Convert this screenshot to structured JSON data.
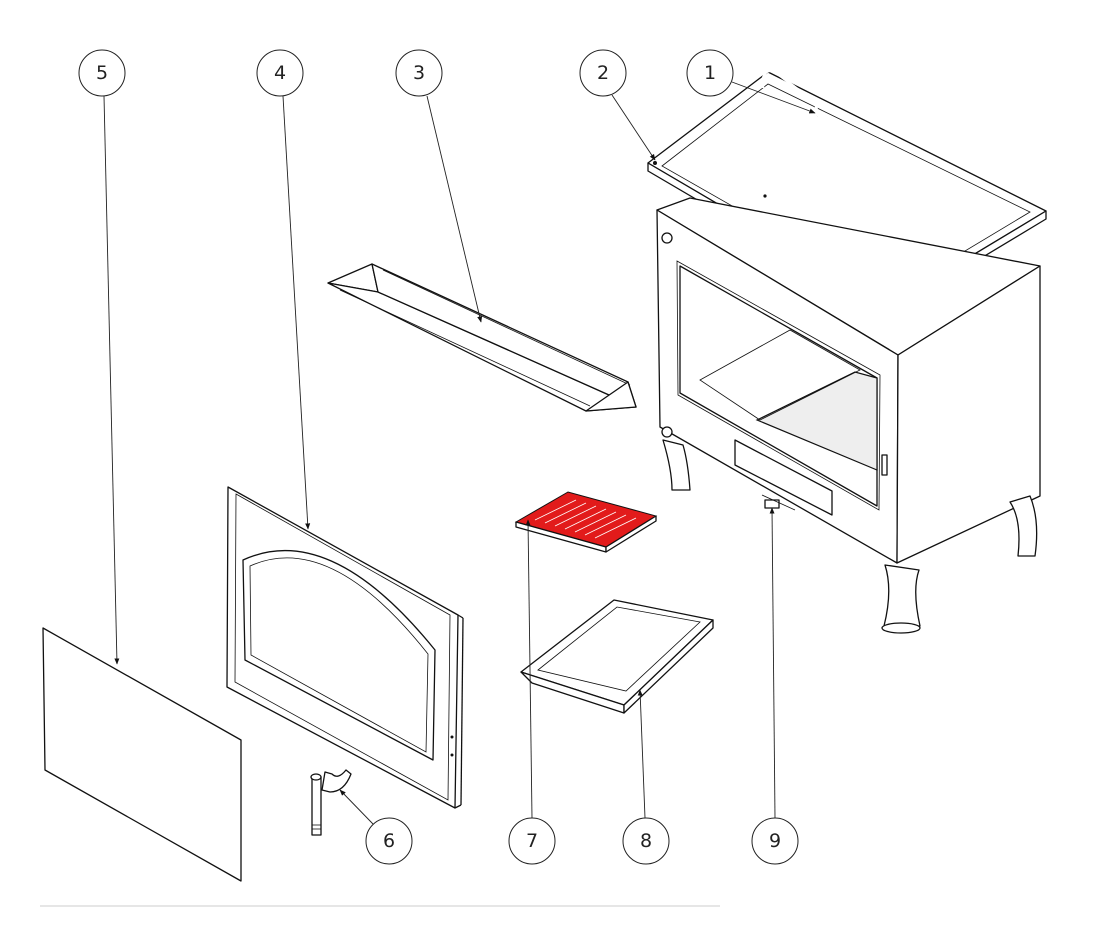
{
  "diagram": {
    "type": "exploded-assembly-view",
    "balloons": [
      {
        "id": "1",
        "label": "1"
      },
      {
        "id": "2",
        "label": "2"
      },
      {
        "id": "3",
        "label": "3"
      },
      {
        "id": "4",
        "label": "4"
      },
      {
        "id": "5",
        "label": "5"
      },
      {
        "id": "6",
        "label": "6"
      },
      {
        "id": "7",
        "label": "7"
      },
      {
        "id": "8",
        "label": "8"
      },
      {
        "id": "9",
        "label": "9"
      }
    ],
    "highlight_color": "#e21b1b"
  }
}
